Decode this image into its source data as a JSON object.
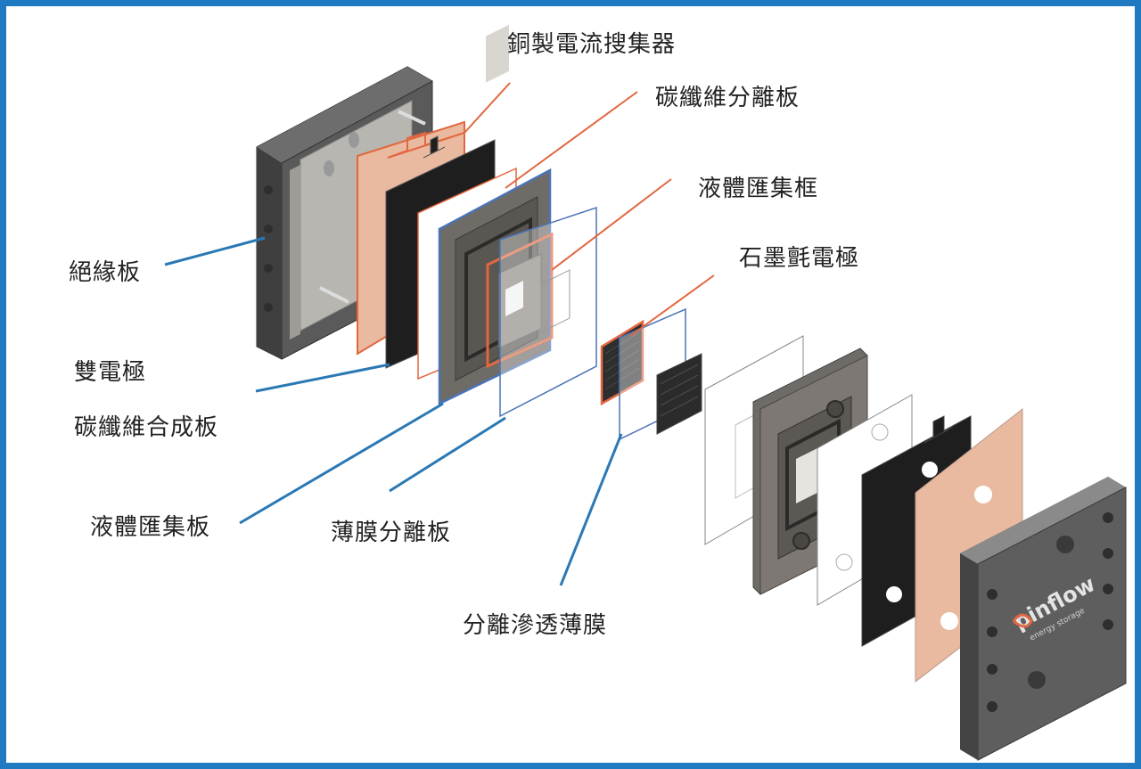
{
  "labels": {
    "copper_current_collector": "銅製電流搜集器",
    "carbon_fiber_separator": "碳纖維分離板",
    "liquid_frame": "液體匯集框",
    "graphite_felt_electrode": "石墨氈電極",
    "insulation_plate": "絕緣板",
    "bipolar_plate": "雙電極",
    "carbon_composite_plate": "碳纖維合成板",
    "liquid_collector_plate": "液體匯集板",
    "membrane_separator_plate": "薄膜分離板",
    "permeable_membrane": "分離滲透薄膜"
  },
  "logo": {
    "brand": "pinflow",
    "tagline": "energy storage"
  },
  "colors": {
    "frame_border": "#1f7ac2",
    "leader_orange": "#e2673f",
    "leader_blue": "#2a78b4",
    "copper": "#e9b9a0",
    "carbon": "#1e1e1e",
    "frame_gray": "#6f6b66",
    "insulator_gray": "#5e5e5e"
  },
  "icons": [
    "bolt-hole-icon",
    "pinflow-logo-icon"
  ]
}
